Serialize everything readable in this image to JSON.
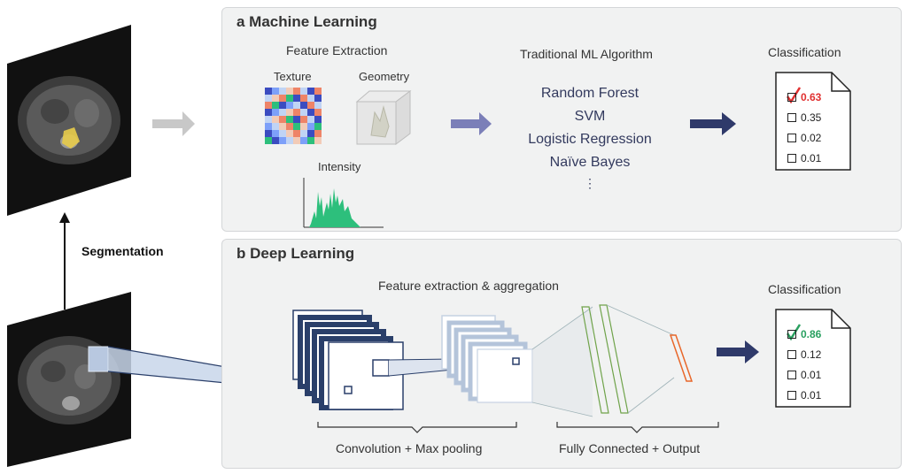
{
  "segmentation_label": "Segmentation",
  "ml": {
    "title": "a  Machine Learning",
    "feature_extraction": "Feature Extraction",
    "texture": "Texture",
    "geometry": "Geometry",
    "intensity": "Intensity",
    "algorithm_header": "Traditional ML Algorithm",
    "algorithms": [
      "Random Forest",
      "SVM",
      "Logistic Regression",
      "Naïve Bayes",
      "⋮"
    ],
    "classification_label": "Classification",
    "scores": [
      "0.63",
      "0.35",
      "0.02",
      "0.01"
    ]
  },
  "dl": {
    "title": "b  Deep  Learning",
    "feature_label": "Feature extraction & aggregation",
    "conv_label": "Convolution + Max pooling",
    "fc_label": "Fully Connected + Output",
    "classification_label": "Classification",
    "scores": [
      "0.86",
      "0.12",
      "0.01",
      "0.01"
    ]
  },
  "colors": {
    "arrow": "#5a6288",
    "highlight_red": "#e03030",
    "highlight_green": "#2aa060",
    "panel_bg": "#f1f2f2"
  }
}
